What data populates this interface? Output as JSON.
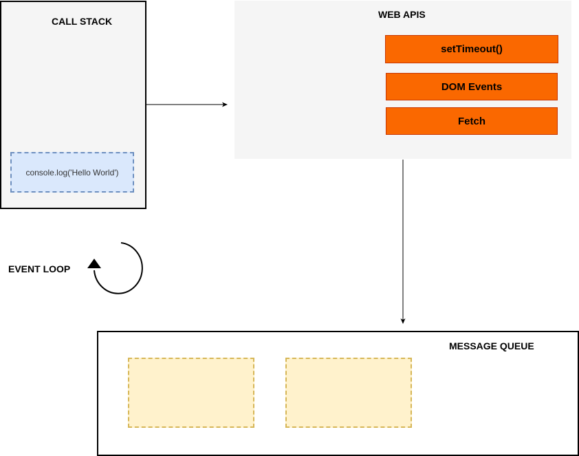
{
  "call_stack": {
    "title": "CALL STACK",
    "frames": [
      "console.log('Hello World')"
    ]
  },
  "web_apis": {
    "title": "WEB APIS",
    "items": [
      "setTimeout()",
      "DOM Events",
      "Fetch"
    ]
  },
  "event_loop": {
    "label": "EVENT LOOP",
    "icon": "circular-arrow-icon"
  },
  "message_queue": {
    "title": "MESSAGE QUEUE",
    "slot_count": 2
  },
  "colors": {
    "panel_bg": "#f5f5f5",
    "stack_frame_fill": "#dae8fc",
    "stack_frame_border": "#6c8ebf",
    "api_fill": "#fa6800",
    "api_border": "#c73500",
    "queue_slot_fill": "#fff2cc",
    "queue_slot_border": "#d6b656"
  }
}
